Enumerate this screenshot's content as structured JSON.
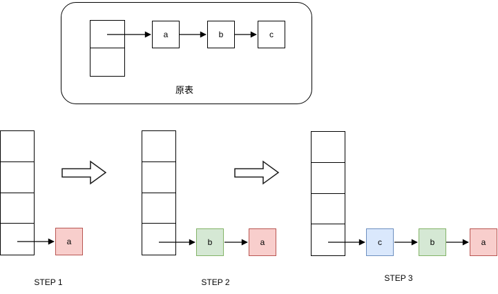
{
  "original": {
    "label": "原表",
    "nodes": [
      {
        "label": "a"
      },
      {
        "label": "b"
      },
      {
        "label": "c"
      }
    ]
  },
  "steps": [
    {
      "label": "STEP 1",
      "nodes": [
        {
          "label": "a",
          "color": "red"
        }
      ]
    },
    {
      "label": "STEP 2",
      "nodes": [
        {
          "label": "b",
          "color": "green"
        },
        {
          "label": "a",
          "color": "red"
        }
      ]
    },
    {
      "label": "STEP 3",
      "nodes": [
        {
          "label": "c",
          "color": "blue"
        },
        {
          "label": "b",
          "color": "green"
        },
        {
          "label": "a",
          "color": "red"
        }
      ]
    }
  ],
  "colors": {
    "node_a_fill": "#f8cecc",
    "node_a_stroke": "#b85450",
    "node_b_fill": "#d5e8d4",
    "node_b_stroke": "#82b366",
    "node_c_fill": "#dae8fc",
    "node_c_stroke": "#6c8ebf",
    "line": "#000000",
    "background": "#ffffff"
  }
}
